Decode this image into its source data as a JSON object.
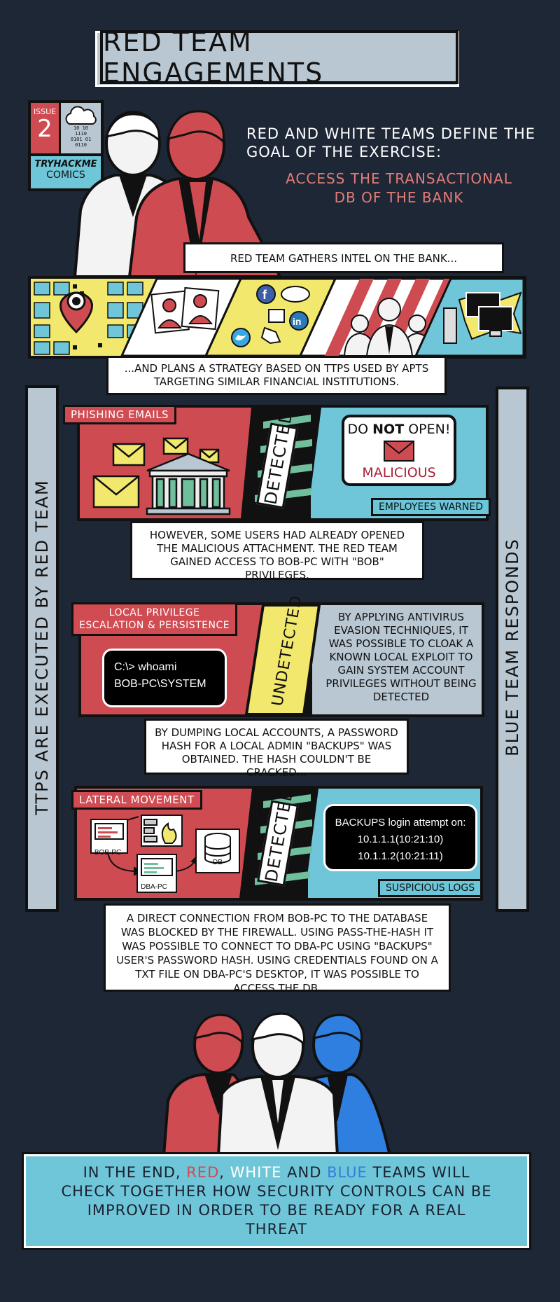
{
  "title": "RED TEAM ENGAGEMENTS",
  "issue": {
    "label": "ISSUE",
    "number": "2",
    "binary": "10 10\n1110\n0101 01\n0110",
    "brand": "TRYHACKME",
    "series": "COMICS"
  },
  "intro": {
    "line1_prefix": "RED AND ",
    "line1_white": "WHITE",
    "line1_suffix": " TEAMS DEFINE THE",
    "line2": "GOAL OF THE EXERCISE:",
    "goal": "ACCESS THE TRANSACTIONAL DB OF THE BANK"
  },
  "intel_caption": "RED TEAM GATHERS INTEL ON THE BANK...",
  "strategy_caption": "...AND PLANS A STRATEGY BASED ON TTPS USED BY APTS TARGETING SIMILAR FINANCIAL INSTITUTIONS.",
  "left_vertical": "TTPS ARE EXECUTED BY RED TEAM",
  "right_vertical": "BLUE TEAM RESPONDS",
  "phishing": {
    "tag": "PHISHING EMAILS",
    "status": "DETECTED",
    "warning_prefix": "DO ",
    "warning_bold": "NOT",
    "warning_suffix": " OPEN!",
    "malicious": "MALICIOUS",
    "response": "EMPLOYEES WARNED",
    "caption": "HOWEVER, SOME USERS HAD ALREADY OPENED THE MALICIOUS ATTACHMENT. THE RED TEAM GAINED ACCESS TO BOB-PC WITH \"BOB\" PRIVILEGES."
  },
  "privesc": {
    "tag_line1": "LOCAL PRIVILEGE",
    "tag_line2": "ESCALATION & PERSISTENCE",
    "cmd": "C:\\> whoami",
    "output": "BOB-PC\\SYSTEM",
    "status": "UNDETECTED",
    "description": "BY APPLYING ANTIVIRUS EVASION TECHNIQUES, IT WAS POSSIBLE TO CLOAK A KNOWN LOCAL EXPLOIT TO GAIN SYSTEM ACCOUNT PRIVILEGES WITHOUT BEING DETECTED",
    "caption": "BY DUMPING LOCAL ACCOUNTS, A PASSWORD HASH FOR A LOCAL ADMIN \"BACKUPS\" WAS OBTAINED. THE HASH COULDN'T BE CRACKED..."
  },
  "lateral": {
    "tag": "LATERAL MOVEMENT",
    "node_bob": "BOB-PC",
    "node_dba": "DBA-PC",
    "node_db": "DB",
    "status": "DETECTED",
    "log_title": "BACKUPS login attempt on:",
    "log_line1": "10.1.1.1(10:21:10)",
    "log_line2": "10.1.1.2(10:21:11)",
    "response": "SUSPICIOUS LOGS",
    "caption": "A DIRECT CONNECTION FROM BOB-PC TO THE DATABASE WAS BLOCKED BY THE FIREWALL. USING PASS-THE-HASH IT WAS POSSIBLE TO CONNECT TO DBA-PC USING \"BACKUPS\" USER'S PASSWORD HASH. USING CREDENTIALS FOUND ON A TXT FILE ON DBA-PC'S DESKTOP, IT WAS POSSIBLE TO ACCESS THE DB."
  },
  "final": {
    "p1": "IN THE END, ",
    "red": "RED",
    "comma": ", ",
    "white": "WHITE",
    "and": " AND ",
    "blue": "BLUE",
    "p2": " TEAMS WILL CHECK TOGETHER HOW SECURITY CONTROLS CAN BE IMPROVED IN ORDER TO BE READY FOR A REAL THREAT"
  },
  "colors": {
    "bg": "#1d2736",
    "red": "#cf4b52",
    "blue": "#6fc6d8",
    "grey": "#b9c7d3",
    "yellow": "#f2e86d",
    "deepblue": "#2f7fe0"
  }
}
